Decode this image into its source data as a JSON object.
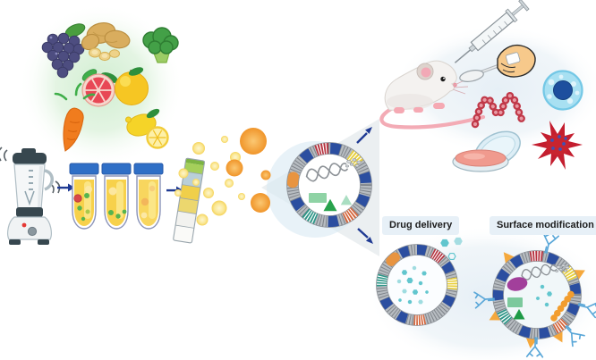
{
  "labels": {
    "drug_delivery": "Drug delivery",
    "surface_modification": "Surface modification"
  },
  "palette": {
    "arrow_blue": "#1f3a93",
    "membrane_gray": "#b7bcc1",
    "membrane_tick_gray": "#7f848a",
    "membrane_red": "#b63440",
    "membrane_blue": "#2b4ea0",
    "membrane_yellow": "#e8cf3a",
    "membrane_teal": "#2e9688",
    "membrane_rust": "#d4663c",
    "membrane_orange_protein": "#e89440",
    "drug_hexagon_teal": "#62c6ce",
    "antibody_blue": "#5aa7d8",
    "ligand_triangle_orange": "#f5a83c",
    "juice_yellow": "#f7d14b",
    "tube_cap_blue": "#2f6fc6",
    "bacteria_red": "#c03848",
    "cancer_cell_red": "#c41e2f",
    "cell_blue": "#a8e0f2",
    "label_bg": "#e7f0f7",
    "label_text": "#1c1c1c",
    "source_glow_green": "#cdeccd"
  },
  "components": {
    "sources": [
      "grapes",
      "ginger",
      "broccoli",
      "grapefruit",
      "orange",
      "carrot",
      "lemon"
    ],
    "isolation_process": [
      "blender",
      "centrifuge-tubes",
      "density-gradient-strip",
      "vesicle-spray",
      "exosome-vesicle"
    ],
    "applications": [
      "mouse",
      "syringe",
      "hand-with-spoon",
      "cell",
      "bacteria-chain",
      "petri-dish",
      "cancer-cell"
    ],
    "engineering": [
      "drug-delivery-vesicle",
      "surface-modified-vesicle"
    ]
  }
}
